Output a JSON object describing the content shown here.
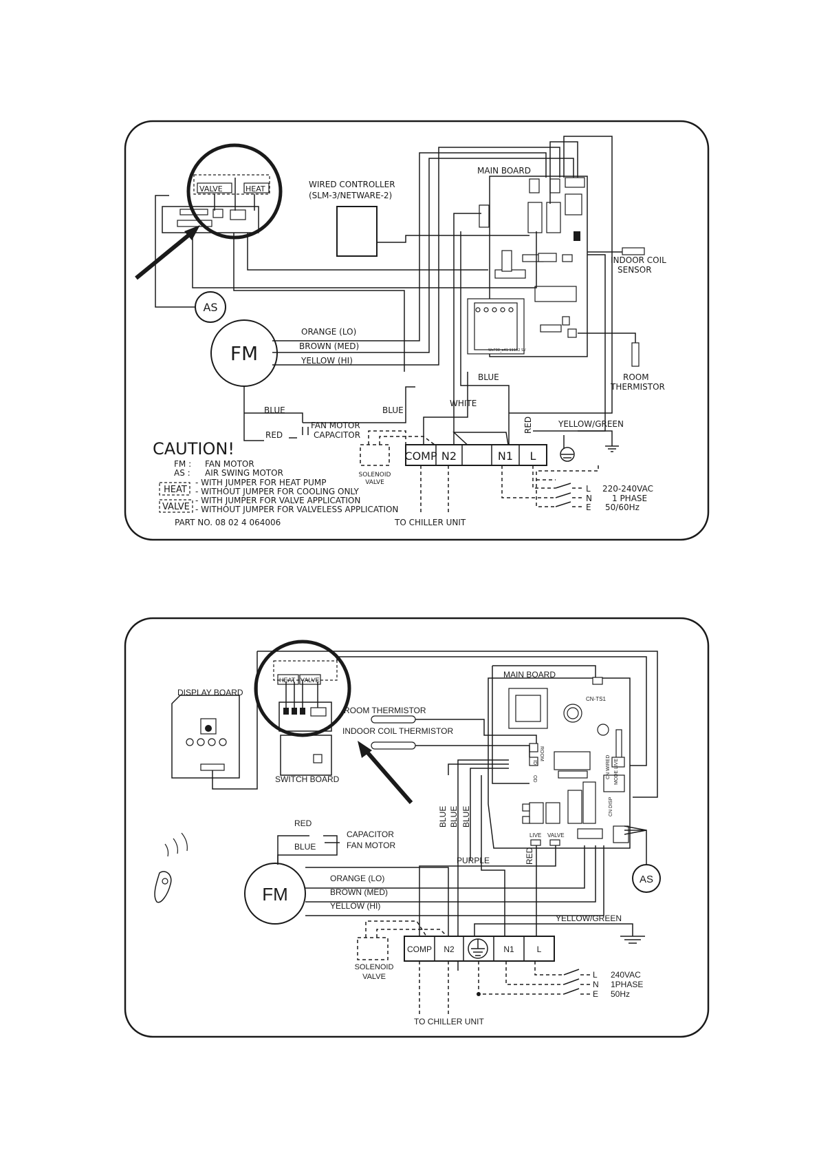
{
  "diagram1": {
    "wired_controller": [
      "WIRED CONTROLLER",
      "(SLM-3/NETWARE-2)"
    ],
    "main_board": "MAIN BOARD",
    "jumpers": {
      "valve": "VALVE",
      "heat": "HEAT"
    },
    "indoor_coil_sensor": [
      "INDOOR COIL",
      "SENSOR"
    ],
    "room_thermistor": [
      "ROOM",
      "THERMISTOR"
    ],
    "as": "AS",
    "fm": "FM",
    "wires": {
      "orange": "ORANGE (LO)",
      "brown": "BROWN (MED)",
      "yellow": "YELLOW (HI)",
      "blue1": "BLUE",
      "blue2": "BLUE",
      "blue3": "BLUE",
      "white": "WHITE",
      "red": "RED",
      "red_v": "RED",
      "yellow_green": "YELLOW/GREEN"
    },
    "capacitor": [
      "FAN MOTOR",
      "CAPACITOR"
    ],
    "terminals": [
      "COMP",
      "N2",
      "",
      "N1",
      "L"
    ],
    "solenoid": [
      "SOLENOID",
      "VALVE"
    ],
    "caution": "CAUTION!",
    "legend": [
      {
        "key": "FM :",
        "text": "FAN MOTOR"
      },
      {
        "key": "AS :",
        "text": "AIR SWING MOTOR"
      }
    ],
    "jumper_notes": [
      "- WITH JUMPER FOR HEAT PUMP",
      "- WITHOUT JUMPER FOR COOLING ONLY",
      "- WITH JUMPER FOR VALVE APPLICATION",
      "- WITHOUT JUMPER FOR VALVELESS APPLICATION"
    ],
    "part_no": "PART NO. 08 02 4 064006",
    "to_chiller": "TO CHILLER UNIT",
    "power": {
      "l": "L",
      "n": "N",
      "e": "E",
      "v": "220-240VAC",
      "phase": "1 PHASE",
      "hz": "50/60Hz"
    }
  },
  "diagram2": {
    "main_board": "MAIN BOARD",
    "cn_ts1": "CN-TS1",
    "display_board": "DISPLAY BOARD",
    "switch_board": "SWITCH BOARD",
    "jumpers": {
      "heat": "HEAT",
      "valve": "VALVE"
    },
    "room_thermistor": "ROOM THERMISTOR",
    "indoor_coil_thermistor": "INDOOR COIL THERMISTOR",
    "board_labels": {
      "room": "ROOM",
      "id": "ID",
      "od": "OD",
      "cn_wired": "CN WIRED",
      "mode_live": "MODE LIVE",
      "cn_disp": "CN DISP",
      "live": "LIVE",
      "valve": "VALVE"
    },
    "wires": {
      "red": "RED",
      "blue": "BLUE",
      "blue_v1": "BLUE",
      "blue_v2": "BLUE",
      "blue_v3": "BLUE",
      "purple": "PURPLE",
      "red_v": "RED",
      "orange": "ORANGE (LO)",
      "brown": "BROWN (MED)",
      "yellow": "YELLOW (HI)",
      "yellow_green": "YELLOW/GREEN"
    },
    "capacitor": [
      "CAPACITOR",
      "FAN MOTOR"
    ],
    "fm": "FM",
    "as": "AS",
    "terminals": [
      "COMP",
      "N2",
      "",
      "N1",
      "L"
    ],
    "solenoid": [
      "SOLENOID",
      "VALVE"
    ],
    "to_chiller": "TO CHILLER UNIT",
    "power": {
      "l": "L",
      "n": "N",
      "e": "E",
      "v": "240VAC",
      "phase": "1PHASE",
      "hz": "50Hz"
    }
  }
}
